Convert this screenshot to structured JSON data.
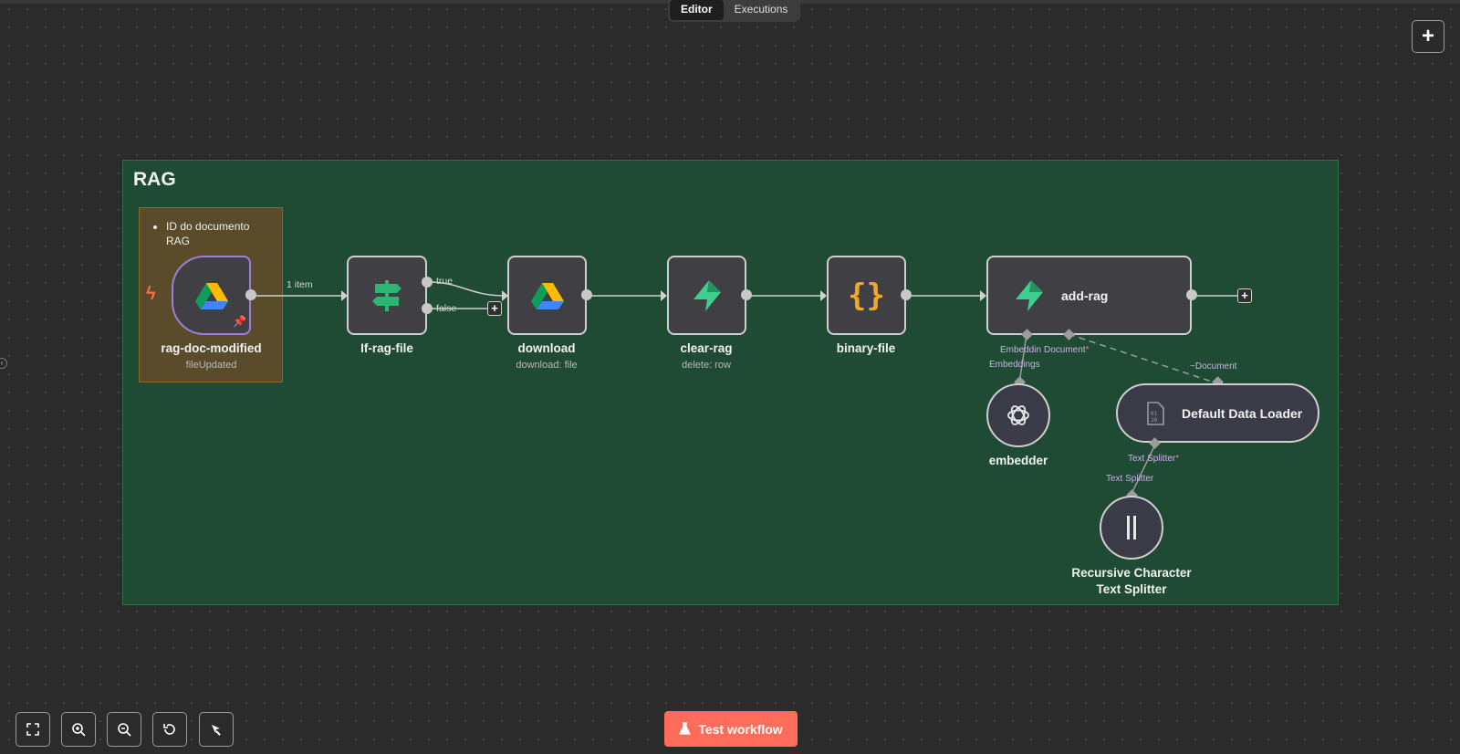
{
  "tabs": [
    {
      "label": "Editor",
      "active": true
    },
    {
      "label": "Executions",
      "active": false
    }
  ],
  "canvas": {
    "add_button": "+"
  },
  "sticky": {
    "title": "RAG",
    "note_items": [
      "ID do documento RAG"
    ]
  },
  "nodes": {
    "rag_doc_modified": {
      "label": "rag-doc-modified",
      "sub": "fileUpdated",
      "icon": "google-drive-icon"
    },
    "if_rag_file": {
      "label": "If-rag-file",
      "icon": "signpost-icon"
    },
    "download": {
      "label": "download",
      "sub": "download: file",
      "icon": "google-drive-icon"
    },
    "clear_rag": {
      "label": "clear-rag",
      "sub": "delete: row",
      "icon": "supabase-icon"
    },
    "binary_file": {
      "label": "binary-file",
      "icon": "code-braces-icon",
      "icon_text": "{}"
    },
    "add_rag": {
      "label": "add-rag",
      "icon": "supabase-icon"
    },
    "embedder": {
      "label": "embedder",
      "icon": "openai-icon"
    },
    "default_data_loader": {
      "label": "Default Data Loader",
      "icon": "binary-file-icon"
    },
    "text_splitter": {
      "label_line1": "Recursive Character",
      "label_line2": "Text Splitter",
      "icon": "splitter-icon"
    }
  },
  "edges": {
    "items_label": "1 item",
    "true_label": "true",
    "false_label": "false"
  },
  "connections": {
    "add_rag_embedding": "Embeddin",
    "add_rag_document": "Document",
    "embeddings": "Embeddings",
    "document": "Document",
    "text_splitter_in": "Text Splitter",
    "text_splitter_out": "Text Splitter",
    "required_mark": "*"
  },
  "toolbar": {
    "items": [
      "fit-view",
      "zoom-in",
      "zoom-out",
      "reset-zoom",
      "tidy-up"
    ],
    "test_workflow": "Test workflow"
  },
  "colors": {
    "accent": "#ff6d5a",
    "sticky_bg": "#1f4a33",
    "trigger_border": "#9b7fd6",
    "note_bg": "#5a4b2a"
  }
}
